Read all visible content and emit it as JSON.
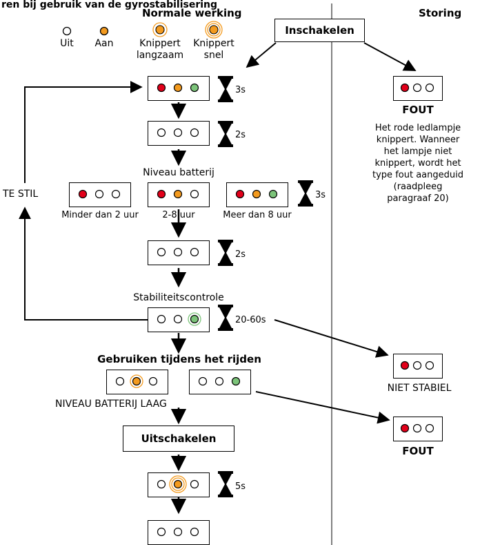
{
  "header": {
    "title_fragment": "ren bij gebruik van de gyrostabilisering",
    "normal_title": "Normale werking",
    "fault_title": "Storing"
  },
  "legend": {
    "off": "Uit",
    "on": "Aan",
    "blink_slow_1": "Knippert",
    "blink_slow_2": "langzaam",
    "blink_fast_1": "Knippert",
    "blink_fast_2": "snel"
  },
  "buttons": {
    "power_on": "Inschakelen",
    "power_off": "Uitschakelen"
  },
  "timers": {
    "startup": "3s",
    "pause_1": "2s",
    "battery": "3s",
    "pause_2": "2s",
    "stability": "20-60s",
    "shutdown": "5s"
  },
  "labels": {
    "battery_level": "Niveau batterij",
    "battery_low": "Minder dan 2 uur",
    "battery_mid": "2-8 uur",
    "battery_high": "Meer dan 8 uur",
    "stability_check": "Stabiliteitscontrole",
    "too_quiet": "TE STIL",
    "riding": "Gebruiken tijdens het rijden",
    "battery_low_warning": "NIVEAU BATTERIJ LAAG"
  },
  "fault": {
    "error_1": "FOUT",
    "desc_1": "Het rode ledlampje",
    "desc_2": "knippert. Wanneer",
    "desc_3": "het lampje niet",
    "desc_4": "knippert, wordt het",
    "desc_5": "type fout aangeduid",
    "desc_6": "(raadpleeg",
    "desc_7": "paragraaf 20)",
    "not_stable": "NIET STABIEL",
    "error_2": "FOUT"
  },
  "colors": {
    "red": "#e2001a",
    "orange": "#f39a1e",
    "green": "#7cc47a"
  }
}
